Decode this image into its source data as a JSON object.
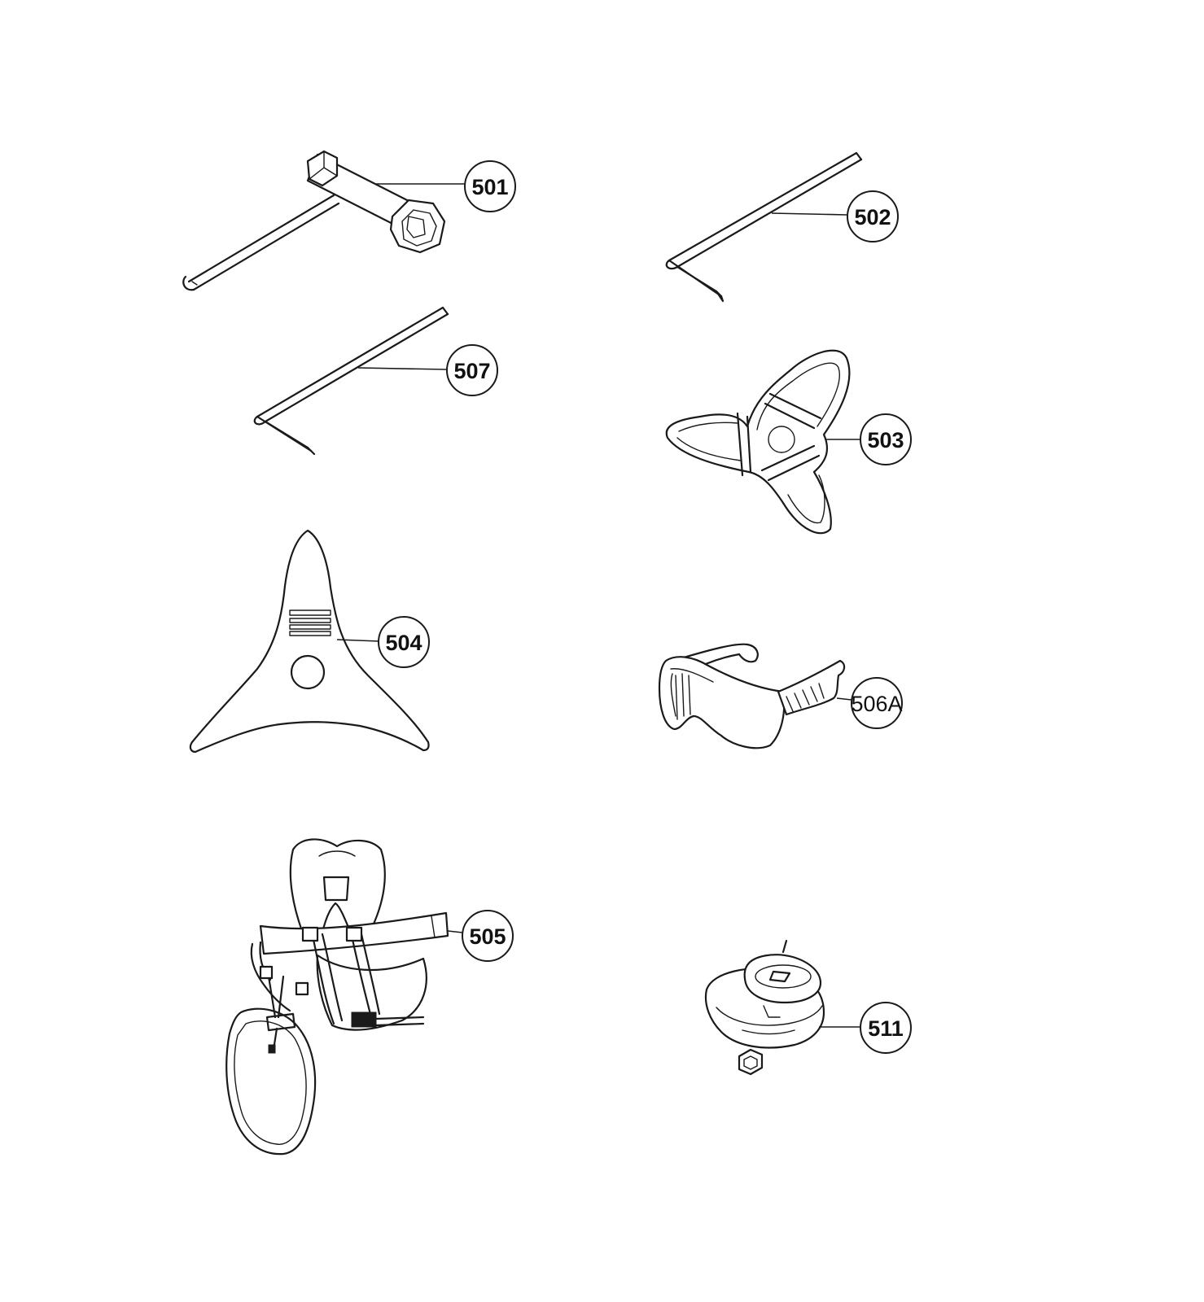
{
  "callouts": [
    {
      "id": "501",
      "label": "501"
    },
    {
      "id": "502",
      "label": "502"
    },
    {
      "id": "507",
      "label": "507"
    },
    {
      "id": "503",
      "label": "503"
    },
    {
      "id": "504",
      "label": "504"
    },
    {
      "id": "506A",
      "label": "506A"
    },
    {
      "id": "505",
      "label": "505"
    },
    {
      "id": "511",
      "label": "511"
    }
  ]
}
